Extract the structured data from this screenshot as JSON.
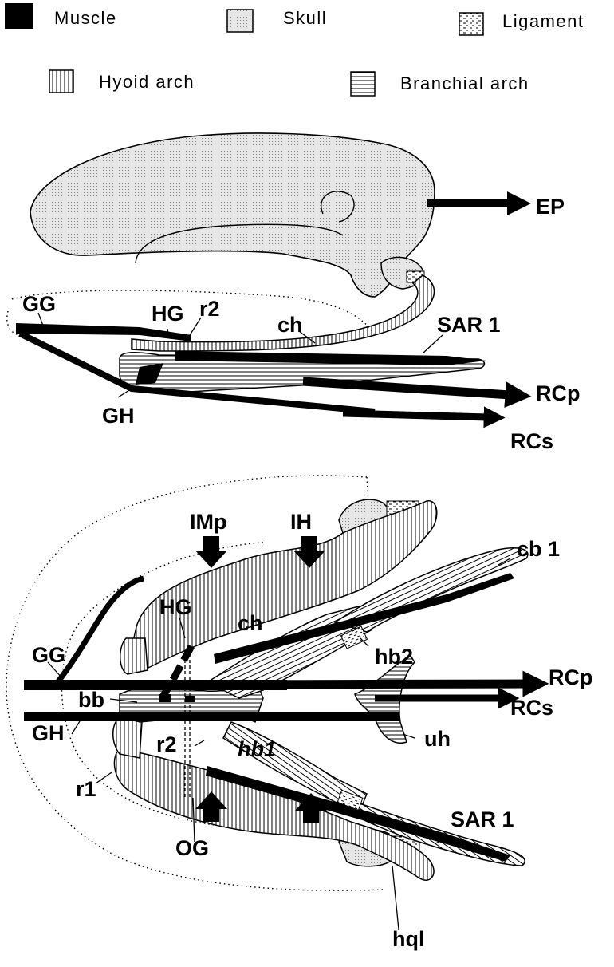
{
  "legend": {
    "muscle": "Muscle",
    "skull": "Skull",
    "ligament": "Ligament",
    "hyoid_arch": "Hyoid arch",
    "branchial_arch": "Branchial arch"
  },
  "lateral_view": {
    "EP": "EP",
    "GG": "GG",
    "HG": "HG",
    "r2": "r2",
    "ch": "ch",
    "SAR1": "SAR 1",
    "RCp": "RCp",
    "GH": "GH",
    "RCs": "RCs"
  },
  "ventral_view": {
    "IMp": "IMp",
    "IH": "IH",
    "cb1": "cb 1",
    "HG": "HG",
    "ch": "ch",
    "hb2": "hb2",
    "GG": "GG",
    "RCp": "RCp",
    "bb": "bb",
    "RCs": "RCs",
    "GH": "GH",
    "r2": "r2",
    "hb1": "hb1",
    "uh": "uh",
    "r1": "r1",
    "SAR1": "SAR 1",
    "OG": "OG",
    "hql": "hql"
  },
  "colors": {
    "ink": "#000000",
    "skull_fill": "#e4e4e4",
    "paper": "#ffffff"
  }
}
